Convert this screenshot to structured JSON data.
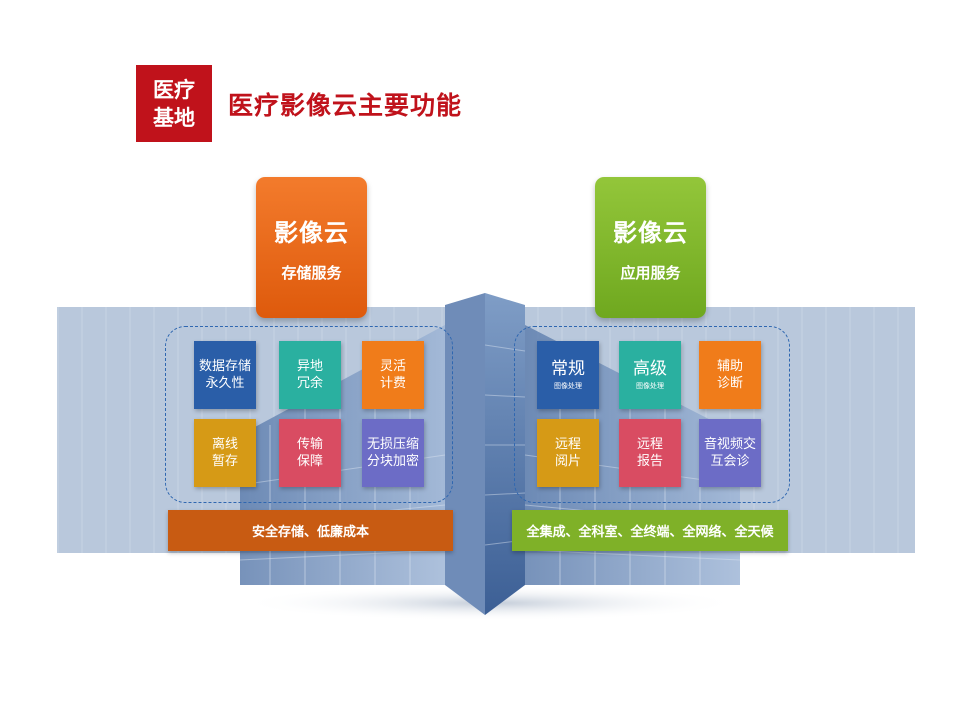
{
  "header": {
    "badge_line1": "医疗",
    "badge_line2": "基地",
    "title": "医疗影像云主要功能"
  },
  "storage": {
    "card_title": "影像云",
    "card_subtitle": "存储服务",
    "tiles": [
      {
        "line1": "数据存储",
        "line2": "永久性",
        "color": "#2a5ea8"
      },
      {
        "line1": "异地",
        "line2": "冗余",
        "color": "#2ab0a0"
      },
      {
        "line1": "灵活",
        "line2": "计费",
        "color": "#f07c1a"
      },
      {
        "line1": "离线",
        "line2": "暂存",
        "color": "#d69a16"
      },
      {
        "line1": "传输",
        "line2": "保障",
        "color": "#d94c62"
      },
      {
        "line1": "无损压缩",
        "line2": "分块加密",
        "color": "#6c6cc6"
      }
    ],
    "bar_label": "安全存储、低廉成本"
  },
  "application": {
    "card_title": "影像云",
    "card_subtitle": "应用服务",
    "tiles": [
      {
        "line1": "常规",
        "line2": "图像处理",
        "color": "#2a5ea8"
      },
      {
        "line1": "高级",
        "line2": "图像处理",
        "color": "#2ab0a0"
      },
      {
        "line1": "辅助",
        "line2": "诊断",
        "color": "#f07c1a"
      },
      {
        "line1": "远程",
        "line2": "阅片",
        "color": "#d69a16"
      },
      {
        "line1": "远程",
        "line2": "报告",
        "color": "#d94c62"
      },
      {
        "line1": "音视频交",
        "line2": "互会诊",
        "color": "#6c6cc6"
      }
    ],
    "bar_label": "全集成、全科室、全终端、全网络、全天候"
  },
  "colors": {
    "brand_red": "#c0121b",
    "storage_orange": "#de5a0c",
    "app_green": "#6fa81f",
    "band_blue": "#b9c8dc"
  }
}
